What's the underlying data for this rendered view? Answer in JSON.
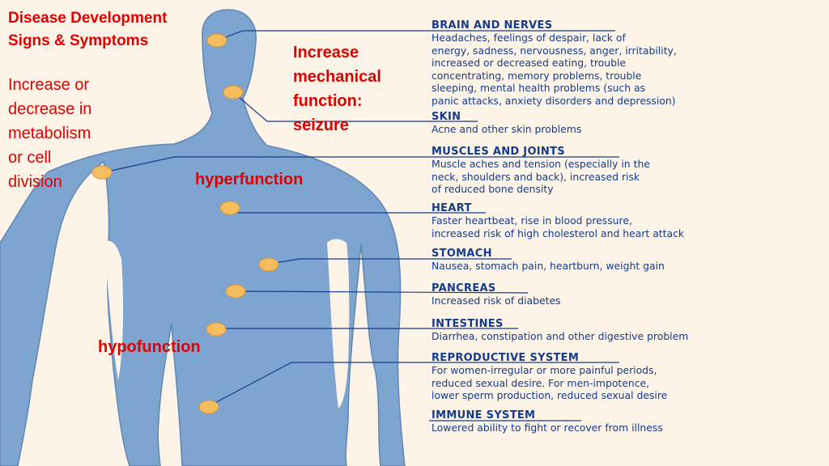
{
  "title": {
    "line1": "Disease Development",
    "line2": "Signs & Symptoms"
  },
  "left_text": {
    "lines": [
      "Increase or",
      "decrease in",
      "metabolism",
      "or cell",
      "division"
    ]
  },
  "mechanical": {
    "lines": [
      "Increase",
      "mechanical",
      "function:",
      "seizure"
    ]
  },
  "hyperfunction": "hyperfunction",
  "hypofunction": "hypofunction",
  "sections": [
    {
      "heading": "BRAIN AND NERVES",
      "lines": [
        "Headaches, feelings of despair, lack of",
        "energy, sadness, nervousness, anger, irritability,",
        "increased or decreased eating, trouble",
        "concentrating, memory problems, trouble",
        "sleeping, mental health problems (such as",
        "panic attacks, anxiety disorders and depression)"
      ]
    },
    {
      "heading": "SKIN",
      "lines": [
        "Acne and other skin problems"
      ]
    },
    {
      "heading": "MUSCLES AND JOINTS",
      "lines": [
        "Muscle aches and tension (especially in the",
        "neck, shoulders and back), increased risk",
        "of reduced bone density"
      ]
    },
    {
      "heading": "HEART",
      "lines": [
        "Faster heartbeat, rise in blood pressure,",
        "increased risk of high cholesterol and heart attack"
      ]
    },
    {
      "heading": "STOMACH",
      "lines": [
        "Nausea, stomach pain, heartburn, weight gain"
      ]
    },
    {
      "heading": "PANCREAS",
      "lines": [
        "Increased risk of diabetes"
      ]
    },
    {
      "heading": "INTESTINES",
      "lines": [
        "Diarrhea, constipation and other digestive problem"
      ]
    },
    {
      "heading": "REPRODUCTIVE SYSTEM",
      "lines": [
        "For women-irregular or more painful periods,",
        "reduced sexual desire. For men-impotence,",
        "lower sperm production, reduced sexual desire"
      ]
    },
    {
      "heading": "IMMUNE SYSTEM",
      "lines": [
        "Lowered ability to fight or recover from illness"
      ]
    }
  ],
  "colors": {
    "body": "#7ea5d0",
    "body_outline": "#5f87b4",
    "dot": "#f5bd60",
    "background_tint": "#fdf3e6",
    "heading_text": "#143c8c",
    "annotation_red": "#e00000"
  }
}
